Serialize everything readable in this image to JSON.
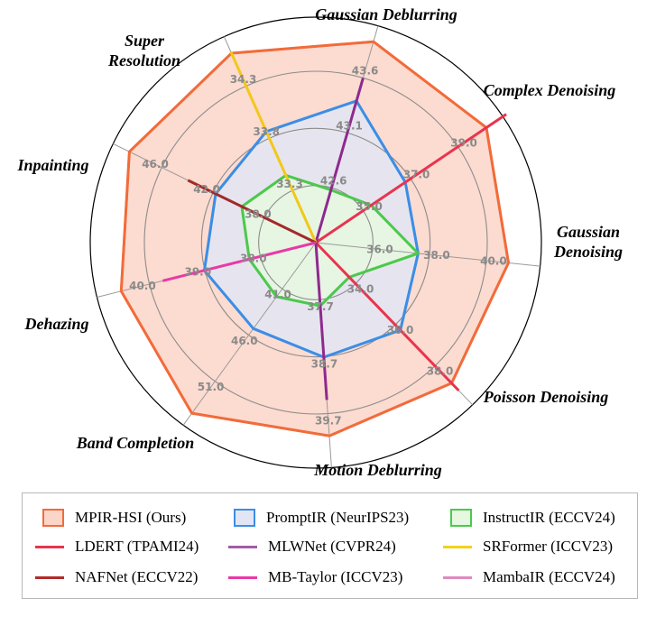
{
  "chart_data": {
    "type": "radar",
    "axes": [
      {
        "name": "Gaussian Deblurring",
        "lines": [
          "Gaussian Deblurring"
        ],
        "ticks": [
          "42.6",
          "43.1",
          "43.6"
        ]
      },
      {
        "name": "Complex Denoising",
        "lines": [
          "Complex Denoising"
        ],
        "ticks": [
          "35.0",
          "37.0",
          "39.0"
        ]
      },
      {
        "name": "Gaussian Denoising",
        "lines": [
          "Gaussian",
          "Denoising"
        ],
        "ticks": [
          "36.0",
          "38.0",
          "40.0"
        ]
      },
      {
        "name": "Poisson Denoising",
        "lines": [
          "Poisson Denoising"
        ],
        "ticks": [
          "34.0",
          "36.0",
          "38.0"
        ]
      },
      {
        "name": "Motion Deblurring",
        "lines": [
          "Motion Deblurring"
        ],
        "ticks": [
          "37.7",
          "38.7",
          "39.7"
        ]
      },
      {
        "name": "Band Completion",
        "lines": [
          "Band Completion"
        ],
        "ticks": [
          "41.0",
          "46.0",
          "51.0"
        ]
      },
      {
        "name": "Dehazing",
        "lines": [
          "Dehazing"
        ],
        "ticks": [
          "38.0",
          "39.0",
          "40.0"
        ]
      },
      {
        "name": "Inpainting",
        "lines": [
          "Inpainting"
        ],
        "ticks": [
          "38.0",
          "42.0",
          "46.0"
        ]
      },
      {
        "name": "Super Resolution",
        "lines": [
          "Super",
          "Resolution"
        ],
        "ticks": [
          "33.3",
          "33.8",
          "34.3"
        ]
      }
    ],
    "grid": true,
    "series": [
      {
        "name": "MPIR-HSI (Ours)",
        "kind": "area",
        "color": "#f26b3a",
        "fill": "#fbd5c8",
        "values": [
          1.22,
          1.2,
          1.13,
          1.14,
          1.13,
          1.23,
          1.17,
          1.21,
          1.21
        ]
      },
      {
        "name": "PromptIR (NeurIPS23)",
        "kind": "area",
        "color": "#3b8ee6",
        "fill": "#e2e6f4",
        "values": [
          0.86,
          0.63,
          0.6,
          0.71,
          0.67,
          0.62,
          0.67,
          0.65,
          0.71
        ]
      },
      {
        "name": "InstructIR (ECCV24)",
        "kind": "area",
        "color": "#4cc94c",
        "fill": "#e6f8e0",
        "values": [
          0.32,
          0.39,
          0.6,
          0.28,
          0.37,
          0.39,
          0.4,
          0.48,
          0.43
        ]
      },
      {
        "name": "LDERT (TPAMI24)",
        "kind": "line",
        "color": "#e8344f",
        "axes": [
          1,
          3
        ]
      },
      {
        "name": "MLWNet (CVPR24)",
        "kind": "line",
        "color": "#8e2a8e",
        "axes": [
          0,
          4
        ]
      },
      {
        "name": "SRFormer (ICCV23)",
        "kind": "line",
        "color": "#f2c81a",
        "axes": [
          8
        ]
      },
      {
        "name": "NAFNet (ECCV22)",
        "kind": "line",
        "color": "#a12a2a",
        "axes": [
          7
        ]
      },
      {
        "name": "MB-Taylor (ICCV23)",
        "kind": "line",
        "color": "#e83aa6",
        "axes": [
          6
        ]
      },
      {
        "name": "MambaIR (ECCV24)",
        "kind": "line",
        "color": "#e08ac0",
        "axes": []
      }
    ]
  },
  "legend": {
    "items": [
      {
        "label": "MPIR-HSI (Ours)",
        "style": "box",
        "stroke": "#f26b3a",
        "fill": "#fbd5c8"
      },
      {
        "label": "PromptIR (NeurIPS23)",
        "style": "box",
        "stroke": "#3b8ee6",
        "fill": "#e2e6f4"
      },
      {
        "label": "InstructIR (ECCV24)",
        "style": "box",
        "stroke": "#4cc94c",
        "fill": "#e6f8e0"
      },
      {
        "label": "LDERT (TPAMI24)",
        "style": "line",
        "stroke": "#e8344f"
      },
      {
        "label": "MLWNet (CVPR24)",
        "style": "line",
        "stroke": "#a35aa8"
      },
      {
        "label": "SRFormer (ICCV23)",
        "style": "line",
        "stroke": "#f2d21a"
      },
      {
        "label": "NAFNet (ECCV22)",
        "style": "line",
        "stroke": "#b22a2a"
      },
      {
        "label": "MB-Taylor (ICCV23)",
        "style": "line",
        "stroke": "#e83aa6"
      },
      {
        "label": "MambaIR (ECCV24)",
        "style": "line",
        "stroke": "#e08ac0"
      }
    ]
  }
}
